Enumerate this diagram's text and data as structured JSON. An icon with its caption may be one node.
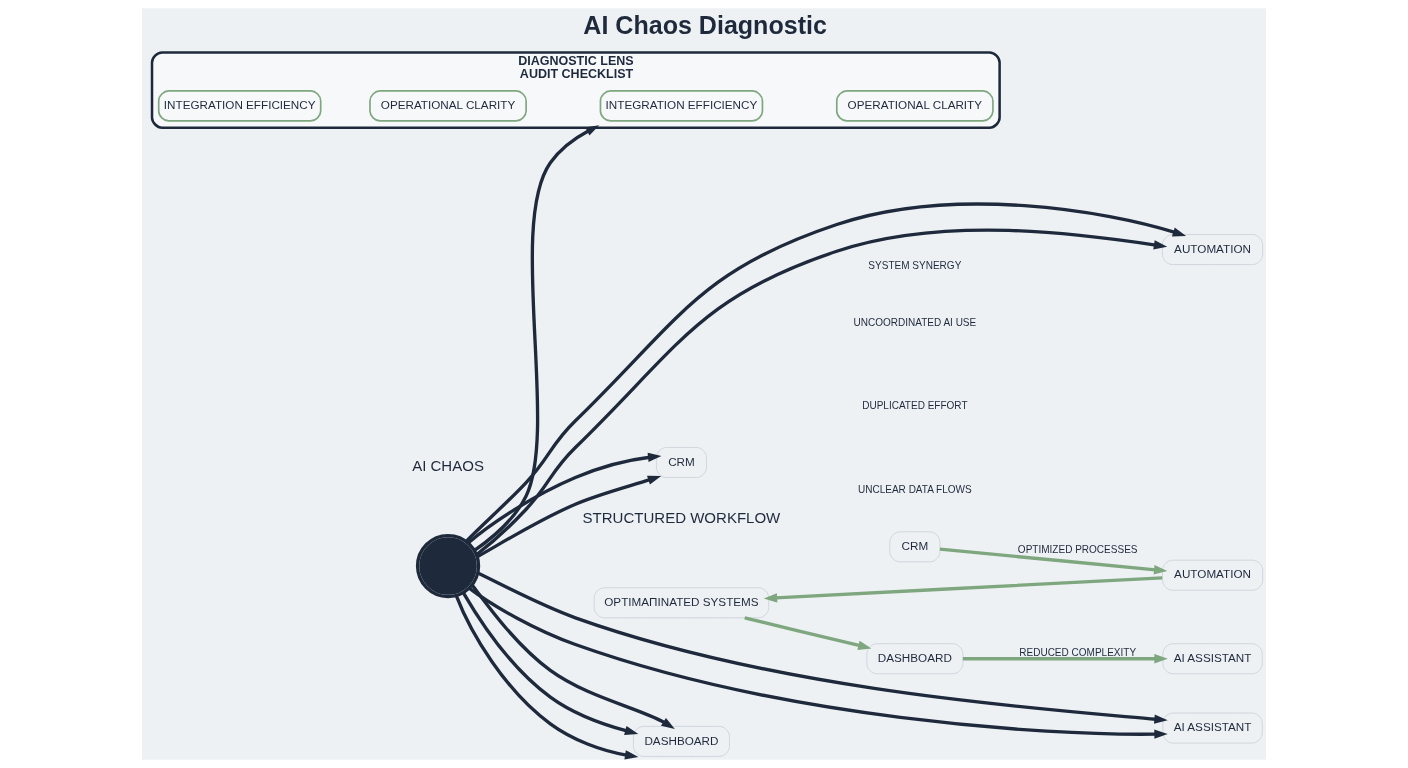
{
  "diagram": {
    "title": "AI Chaos Diagnostic",
    "nodes": [
      {
        "text": [
          "CRM"
        ]
      },
      {
        "text": [
          "AUTOMATION"
        ]
      },
      {
        "text": [],
        "shape": "knot"
      },
      {
        "text": [
          "DASHBOARD"
        ]
      },
      {
        "text": [
          "AI ASSISTANT"
        ]
      },
      {
        "text": [
          "DIAGNOSTIC LENS",
          "AUDIT CHECKLIST"
        ]
      },
      {
        "text": [
          "INTEGRATION EFFICIENCY"
        ],
        "in": 5
      },
      {
        "text": [
          "OPERATIONAL CLARITY"
        ],
        "in": 5
      },
      {
        "text": [
          "INTEGRATION EFFICIENCY"
        ],
        "in": 5
      },
      {
        "text": [
          "OPERATIONAL CLARITY"
        ],
        "in": 5
      },
      {
        "text": [
          "CRM"
        ]
      },
      {
        "text": [
          "AUTOMATION"
        ]
      },
      {
        "text": [
          "OPTIMAΠINATED SYSTEMS"
        ]
      },
      {
        "text": [
          "DASHBOARD"
        ]
      },
      {
        "text": [
          "AI ASSISTANT"
        ]
      }
    ],
    "edges": [
      {
        "from": 2,
        "to": 0,
        "arrow": "to"
      },
      {
        "from": 2,
        "to": 0,
        "arrow": "to"
      },
      {
        "from": 2,
        "to": 1,
        "arrow": "to"
      },
      {
        "from": 2,
        "to": 1,
        "arrow": "to"
      },
      {
        "from": 2,
        "to": 3,
        "arrow": "to"
      },
      {
        "from": 2,
        "to": 3,
        "arrow": "to"
      },
      {
        "from": 2,
        "to": 3,
        "arrow": "to"
      },
      {
        "from": 2,
        "to": 4,
        "arrow": "to"
      },
      {
        "from": 2,
        "to": 4,
        "arrow": "to"
      },
      {
        "from": 2,
        "to": 5,
        "arrow": "to"
      },
      {
        "from": 10,
        "to": 11,
        "label": "OPTIMIZED PROCESSES",
        "arrow": "to",
        "color": "#7fa77f"
      },
      {
        "from": 11,
        "to": 12,
        "arrow": "to",
        "color": "#7fa77f"
      },
      {
        "from": 12,
        "to": 13,
        "arrow": "to",
        "color": "#7fa77f"
      },
      {
        "from": 13,
        "to": 14,
        "label": "REDUCED COMPLEXITY",
        "arrow": "to",
        "color": "#7fa77f"
      }
    ],
    "labels": [
      "AI CHAOS",
      "STRUCTURED WORKFLOW",
      "UNCOORDINATED AI USE",
      "DUPLICATED EFFORT",
      "UNCLEAR DATA FLOWS",
      "SYSTEM SYNERGY"
    ]
  }
}
